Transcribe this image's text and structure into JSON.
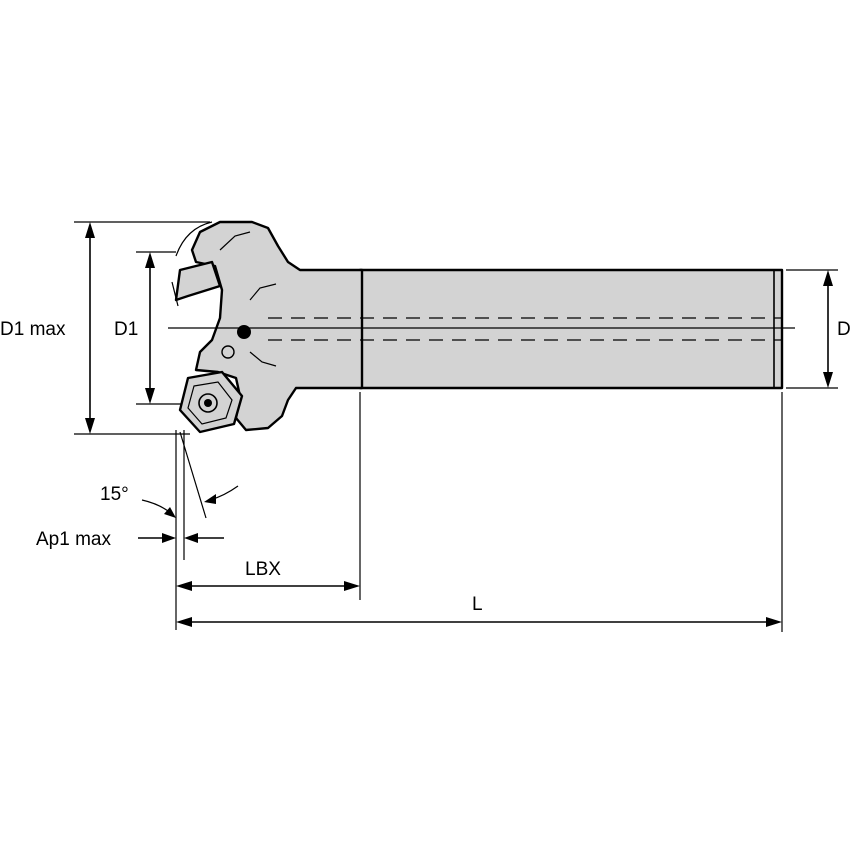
{
  "labels": {
    "d1_max": "D1 max",
    "d1": "D1",
    "d": "D",
    "angle": "15°",
    "ap1_max": "Ap1 max",
    "lbx": "LBX",
    "l": "L"
  },
  "colors": {
    "tool_fill": "#d3d3d3",
    "line": "#000000",
    "background": "#ffffff"
  }
}
